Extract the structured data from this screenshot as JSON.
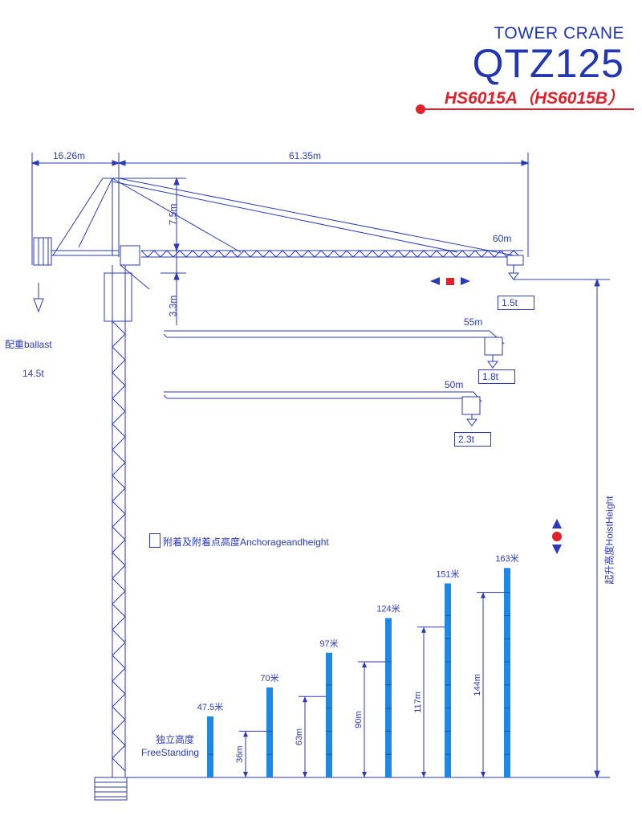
{
  "header": {
    "subtitle": "TOWER CRANE",
    "model": "QTZ125",
    "variant": "HS6015A（HS6015B）"
  },
  "dimensions": {
    "counter_jib": "16.26m",
    "jib_span": "61.35m",
    "tip_height": "7.5m",
    "jib_to_hook": "3.3m"
  },
  "counterweight": {
    "label": "配重ballast",
    "weight": "14.5t"
  },
  "jib_options": [
    {
      "length": "60m",
      "tip_load": "1.5t"
    },
    {
      "length": "55m",
      "tip_load": "1.8t"
    },
    {
      "length": "50m",
      "tip_load": "2.3t"
    }
  ],
  "legend": {
    "label": "附着及附着点高度Anchorageandheight"
  },
  "free_standing": {
    "label_cn": "独立高度",
    "label_en": "FreeStanding"
  },
  "hoist_height": {
    "label": "起升高度HoistHeight"
  },
  "chart_data": {
    "type": "bar",
    "title": "",
    "xlabel": "",
    "ylabel": "起升高度HoistHeight",
    "categories": [
      "47.5米",
      "70米",
      "97米",
      "124米",
      "151米",
      "163米"
    ],
    "series": [
      {
        "name": "",
        "values": [
          47.5,
          70,
          97,
          124,
          151,
          163
        ]
      }
    ],
    "anchorage_heights": [
      null,
      "36m",
      "63m",
      "90m",
      "117m",
      "144m"
    ],
    "anchorage_values": [
      null,
      36,
      63,
      90,
      117,
      144
    ]
  },
  "colors": {
    "line": "#2a3ab8",
    "bar": "#1e88e5",
    "accent_red": "#e0202a",
    "title_blue": "#2236b0"
  }
}
